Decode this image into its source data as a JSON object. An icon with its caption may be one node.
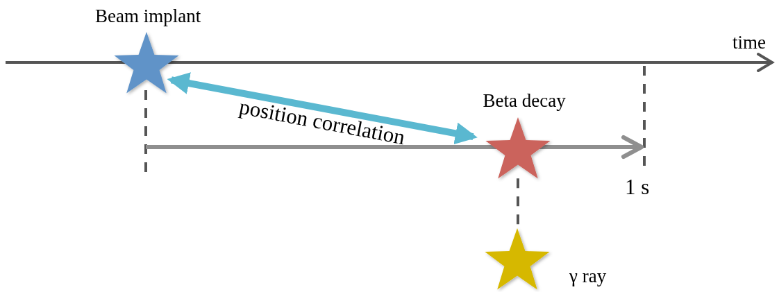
{
  "diagram": {
    "nodes": [
      {
        "text": [
          "Beam implant"
        ]
      },
      {
        "text": [
          "Beta decay"
        ]
      },
      {
        "text": [
          "γ ray"
        ]
      }
    ],
    "edges": [
      {
        "from": 0,
        "to": 1,
        "arrow": "both",
        "label": "position correlation",
        "style": "thick",
        "color": "#5ab8d0"
      },
      {
        "from": 1,
        "to": 2,
        "arrow": "none",
        "style": "dashed",
        "color": "#555555"
      }
    ],
    "labels": [
      "time",
      "1 s"
    ]
  }
}
